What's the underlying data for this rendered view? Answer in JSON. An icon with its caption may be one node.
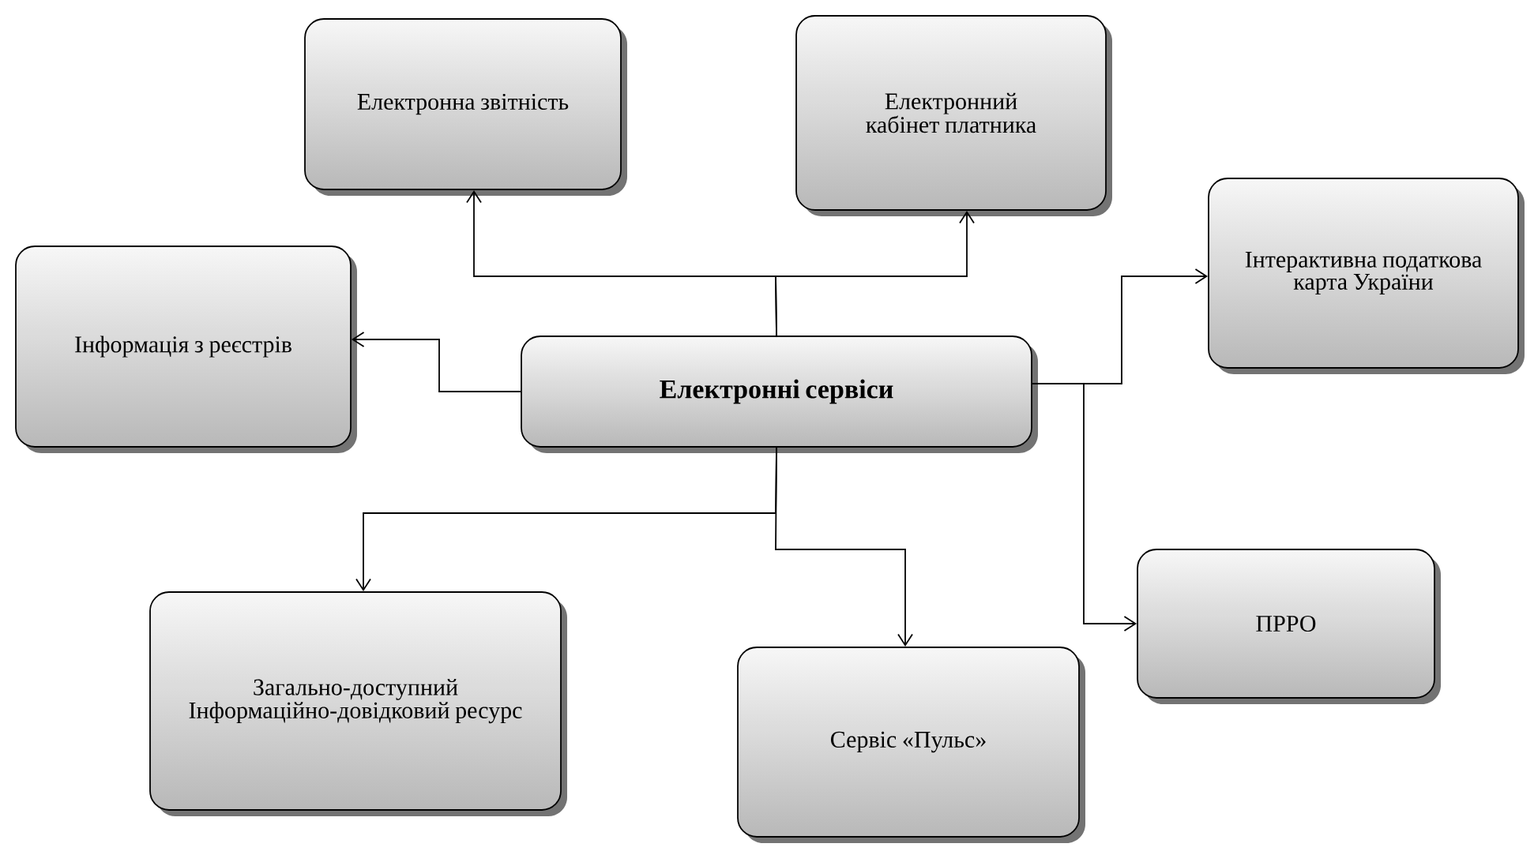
{
  "diagram": {
    "nodes": [
      {
        "text": [
          "**Електронні сервіси**"
        ]
      },
      {
        "text": [
          "Електронна звітність"
        ]
      },
      {
        "text": [
          "Електронний кабінет платника"
        ]
      },
      {
        "text": [
          "Інформація з реєстрів"
        ]
      },
      {
        "text": [
          "Інтерактивна податкова карта України"
        ]
      },
      {
        "text": [
          "Загально-доступний Інформаційно-довідковий ресурс"
        ]
      },
      {
        "text": [
          "Сервіс «Пульс»"
        ]
      },
      {
        "text": [
          "ПРРО"
        ]
      }
    ],
    "edges": [
      {
        "from": 0,
        "to": 1,
        "arrow": "to"
      },
      {
        "from": 0,
        "to": 2,
        "arrow": "to"
      },
      {
        "from": 0,
        "to": 3,
        "arrow": "to"
      },
      {
        "from": 0,
        "to": 4,
        "arrow": "to"
      },
      {
        "from": 0,
        "to": 7,
        "arrow": "to"
      },
      {
        "from": 0,
        "to": 5,
        "arrow": "to"
      },
      {
        "from": 0,
        "to": 6,
        "arrow": "to"
      }
    ]
  }
}
